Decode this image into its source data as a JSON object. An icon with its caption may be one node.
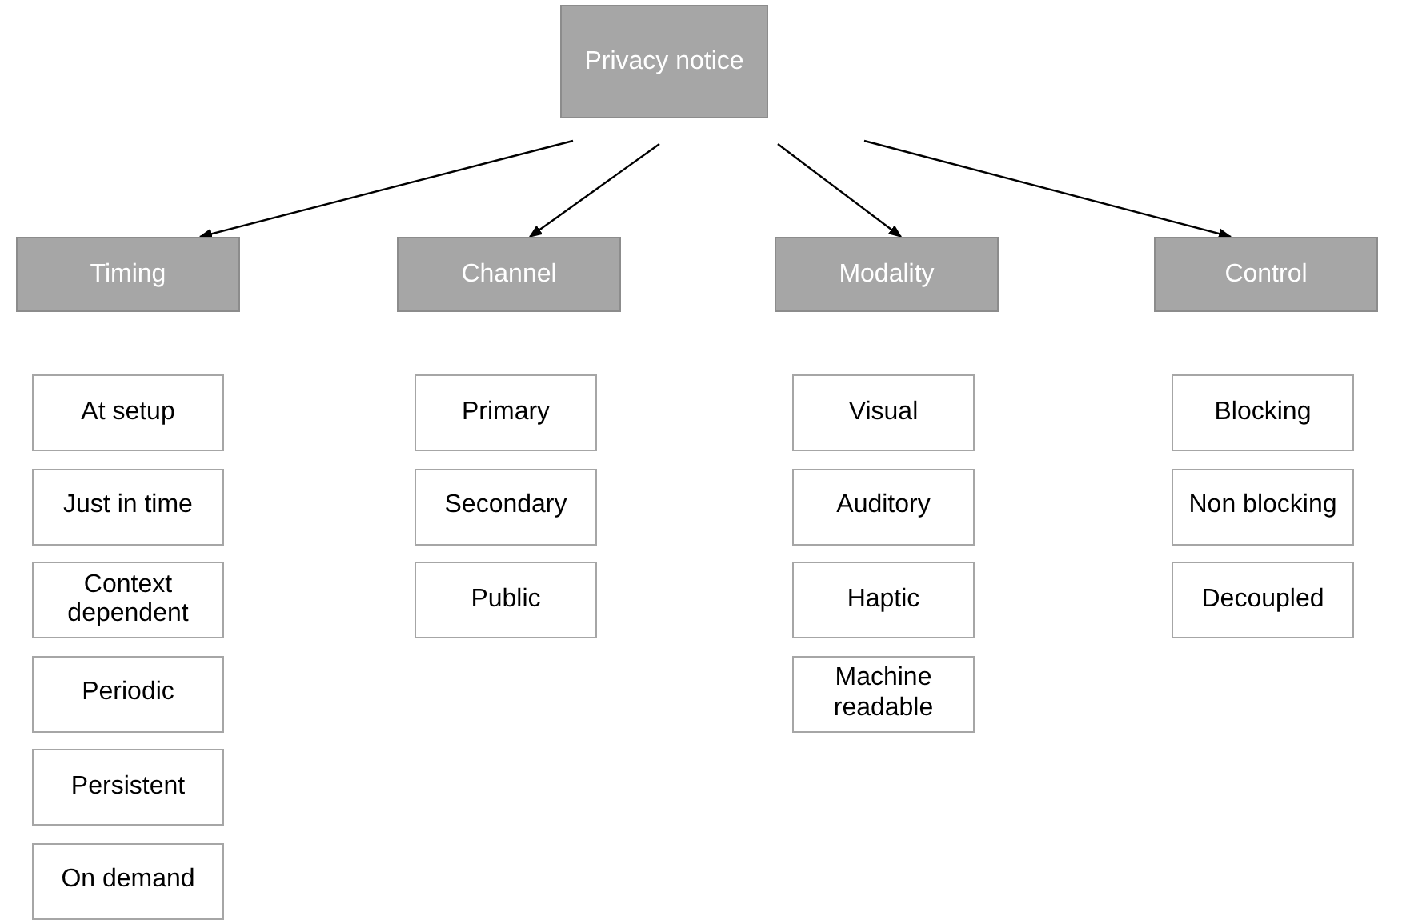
{
  "diagram": {
    "nodes": [
      {
        "text": [
          "Privacy notice"
        ]
      },
      {
        "text": [
          "Timing"
        ]
      },
      {
        "text": [
          "Channel"
        ]
      },
      {
        "text": [
          "Modality"
        ]
      },
      {
        "text": [
          "Control"
        ]
      },
      {
        "text": [
          "At setup"
        ]
      },
      {
        "text": [
          "Just in time"
        ]
      },
      {
        "text": [
          "Context dependent"
        ]
      },
      {
        "text": [
          "Periodic"
        ]
      },
      {
        "text": [
          "Persistent"
        ]
      },
      {
        "text": [
          "On demand"
        ]
      },
      {
        "text": [
          "Primary"
        ]
      },
      {
        "text": [
          "Secondary"
        ]
      },
      {
        "text": [
          "Public"
        ]
      },
      {
        "text": [
          "Visual"
        ]
      },
      {
        "text": [
          "Auditory"
        ]
      },
      {
        "text": [
          "Haptic"
        ]
      },
      {
        "text": [
          "Machine readable"
        ]
      },
      {
        "text": [
          "Blocking"
        ]
      },
      {
        "text": [
          "Non blocking"
        ]
      },
      {
        "text": [
          "Decoupled"
        ]
      }
    ],
    "edges": [
      {
        "from": 0,
        "to": 1,
        "arrow": "to"
      },
      {
        "from": 0,
        "to": 2,
        "arrow": "to"
      },
      {
        "from": 0,
        "to": 3,
        "arrow": "to"
      },
      {
        "from": 0,
        "to": 4,
        "arrow": "to"
      }
    ]
  }
}
